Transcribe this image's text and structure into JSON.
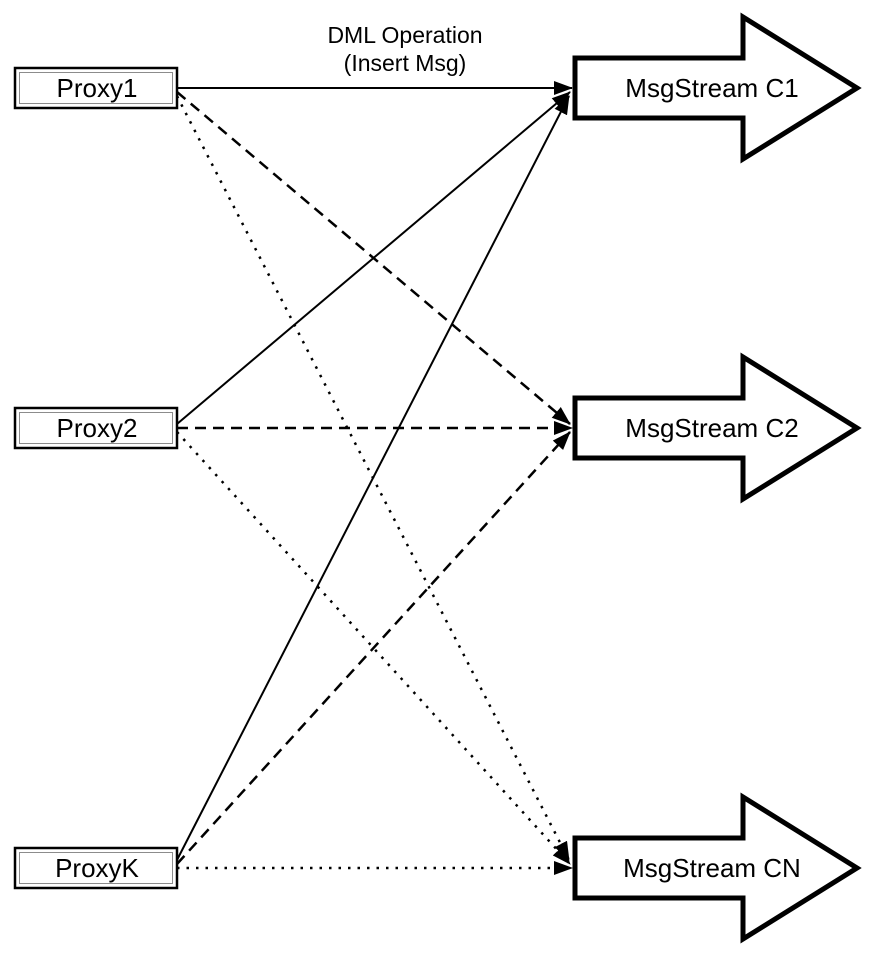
{
  "title": {
    "line1": "DML Operation",
    "line2": "(Insert Msg)"
  },
  "proxies": [
    {
      "label": "Proxy1"
    },
    {
      "label": "Proxy2"
    },
    {
      "label": "ProxyK"
    }
  ],
  "streams": [
    {
      "label": "MsgStream C1"
    },
    {
      "label": "MsgStream C2"
    },
    {
      "label": "MsgStream CN"
    }
  ],
  "connections": [
    {
      "from": "Proxy1",
      "to": "MsgStream C1",
      "style": "solid"
    },
    {
      "from": "Proxy1",
      "to": "MsgStream C2",
      "style": "dashed"
    },
    {
      "from": "Proxy1",
      "to": "MsgStream CN",
      "style": "dotted"
    },
    {
      "from": "Proxy2",
      "to": "MsgStream C1",
      "style": "solid"
    },
    {
      "from": "Proxy2",
      "to": "MsgStream C2",
      "style": "dashed"
    },
    {
      "from": "Proxy2",
      "to": "MsgStream CN",
      "style": "dotted"
    },
    {
      "from": "ProxyK",
      "to": "MsgStream C1",
      "style": "solid"
    },
    {
      "from": "ProxyK",
      "to": "MsgStream C2",
      "style": "dashed"
    },
    {
      "from": "ProxyK",
      "to": "MsgStream CN",
      "style": "dotted"
    }
  ],
  "colors": {
    "background": "#ffffff",
    "stroke": "#000000",
    "node_fill": "#ffffff"
  }
}
